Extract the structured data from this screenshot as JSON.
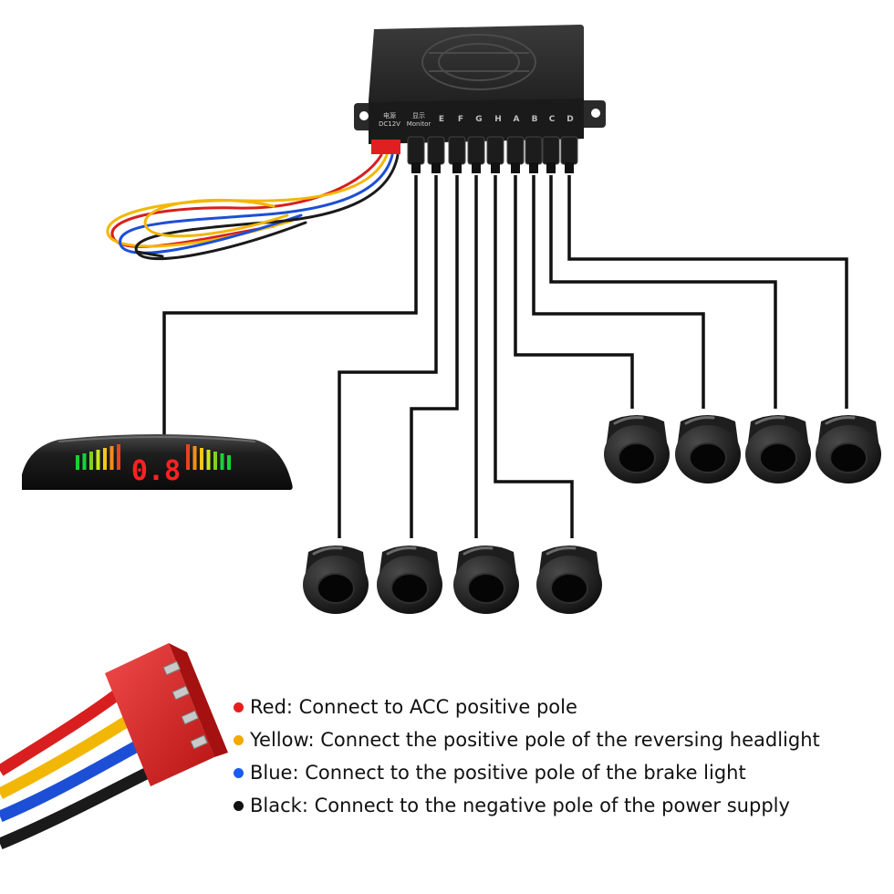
{
  "control_box": {
    "port_labels": [
      "E",
      "F",
      "G",
      "H",
      "A",
      "B",
      "C",
      "D"
    ],
    "power_label_cn": "电源",
    "power_label": "DC12V",
    "monitor_label_cn": "显示",
    "monitor_label": "Monitor"
  },
  "display": {
    "readout": "0.8",
    "left_bar_colors": [
      "#19d13a",
      "#19d13a",
      "#7ed321",
      "#c8e81d",
      "#f5c518",
      "#f58f18",
      "#e8431f"
    ],
    "right_bar_colors": [
      "#e8431f",
      "#f58f18",
      "#f5c518",
      "#c8e81d",
      "#7ed321",
      "#19d13a",
      "#19d13a"
    ],
    "readout_color": "#ff2222"
  },
  "sensors": {
    "count": 8
  },
  "wire_colors": {
    "red": "#d81e1e",
    "yellow": "#f2b705",
    "blue": "#1c4fd6",
    "black": "#1a1a1a"
  },
  "legend": [
    {
      "color": "#e81c1c",
      "text": "Red: Connect to ACC positive pole"
    },
    {
      "color": "#f5a800",
      "text": "Yellow: Connect the positive pole of the reversing headlight"
    },
    {
      "color": "#1a5cf0",
      "text": "Blue: Connect to the positive pole of the brake light"
    },
    {
      "color": "#111111",
      "text": "Black: Connect to the negative pole of the power supply"
    }
  ]
}
